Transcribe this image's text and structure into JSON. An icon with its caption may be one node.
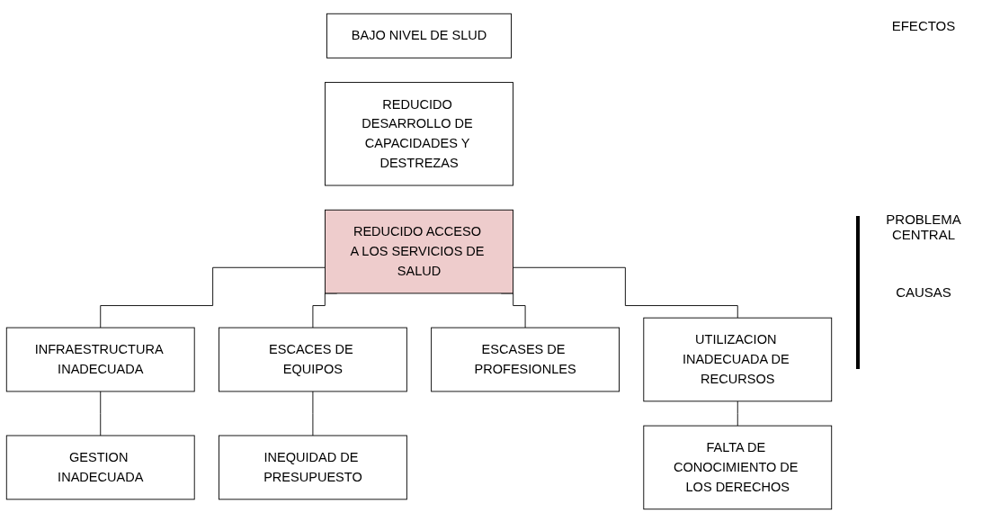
{
  "diagram": {
    "nodes": [
      {
        "text": [
          "BAJO NIVEL DE SLUD"
        ]
      },
      {
        "text": [
          "REDUCIDO DESARROLLO DE CAPACIDADES Y DESTREZAS"
        ]
      },
      {
        "text": [
          "REDUCIDO ACCESO A LOS SERVICIOS DE SALUD"
        ]
      },
      {
        "text": [
          "INFRAESTRUCTURA INADECUADA"
        ]
      },
      {
        "text": [
          "ESCACES DE EQUIPOS"
        ]
      },
      {
        "text": [
          "ESCASES DE PROFESIONLES"
        ]
      },
      {
        "text": [
          "UTILIZACION INADECUADA DE RECURSOS"
        ]
      },
      {
        "text": [
          "GESTION INADECUADA"
        ]
      },
      {
        "text": [
          "INEQUIDAD DE PRESUPUESTO"
        ]
      },
      {
        "text": [
          "FALTA DE CONOCIMIENTO DE LOS DERECHOS"
        ]
      }
    ],
    "edges": [
      {
        "from": 2,
        "to": 3,
        "arrow": "none"
      },
      {
        "from": 2,
        "to": 4,
        "arrow": "none"
      },
      {
        "from": 2,
        "to": 5,
        "arrow": "none"
      },
      {
        "from": 2,
        "to": 6,
        "arrow": "none"
      },
      {
        "from": 3,
        "to": 7,
        "arrow": "none"
      },
      {
        "from": 4,
        "to": 8,
        "arrow": "none"
      },
      {
        "from": 6,
        "to": 9,
        "arrow": "none"
      }
    ],
    "labels": [
      "EFECTOS",
      "PROBLEMA CENTRAL",
      "CAUSAS"
    ]
  }
}
